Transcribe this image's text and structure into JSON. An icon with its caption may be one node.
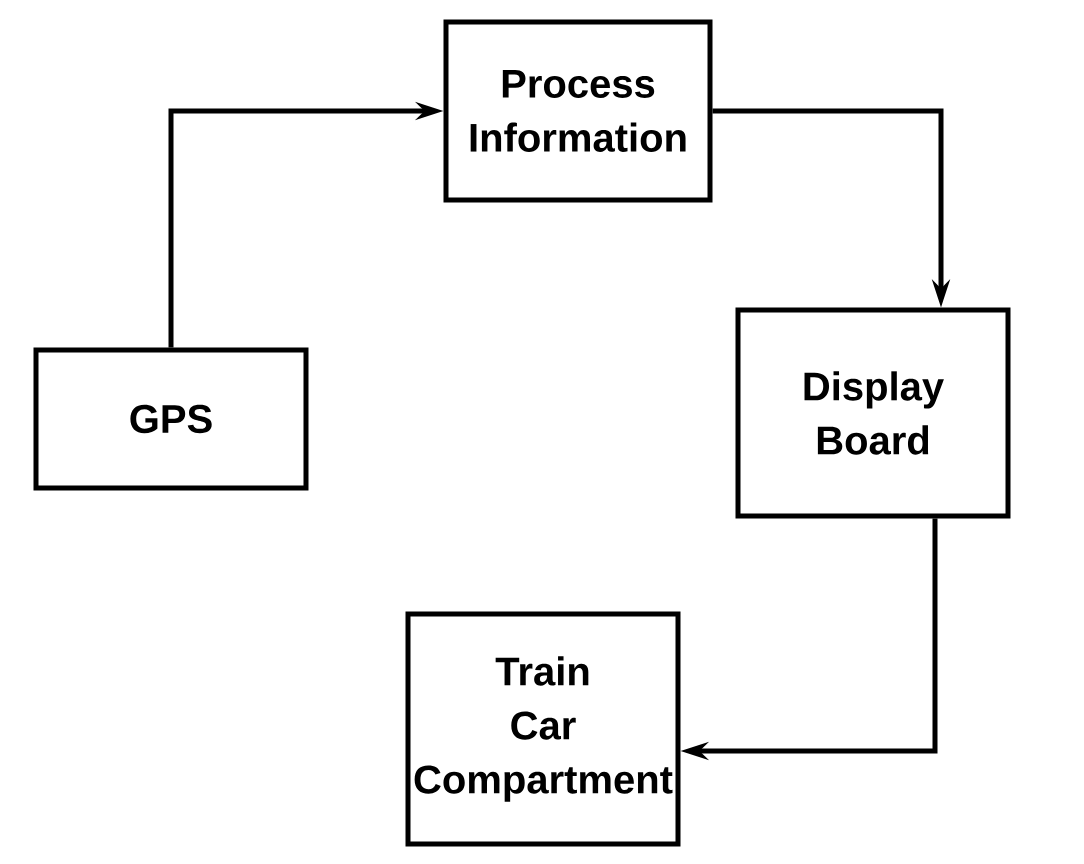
{
  "diagram": {
    "nodes": [
      {
        "text": [
          "GPS"
        ]
      },
      {
        "text": [
          "Process Information"
        ]
      },
      {
        "text": [
          "Display Board"
        ]
      },
      {
        "text": [
          "Train Car Compartment"
        ]
      }
    ],
    "edges": [
      {
        "from": 0,
        "to": 1,
        "arrow": "to"
      },
      {
        "from": 1,
        "to": 2,
        "arrow": "to"
      },
      {
        "from": 2,
        "to": 3,
        "arrow": "to"
      }
    ]
  }
}
